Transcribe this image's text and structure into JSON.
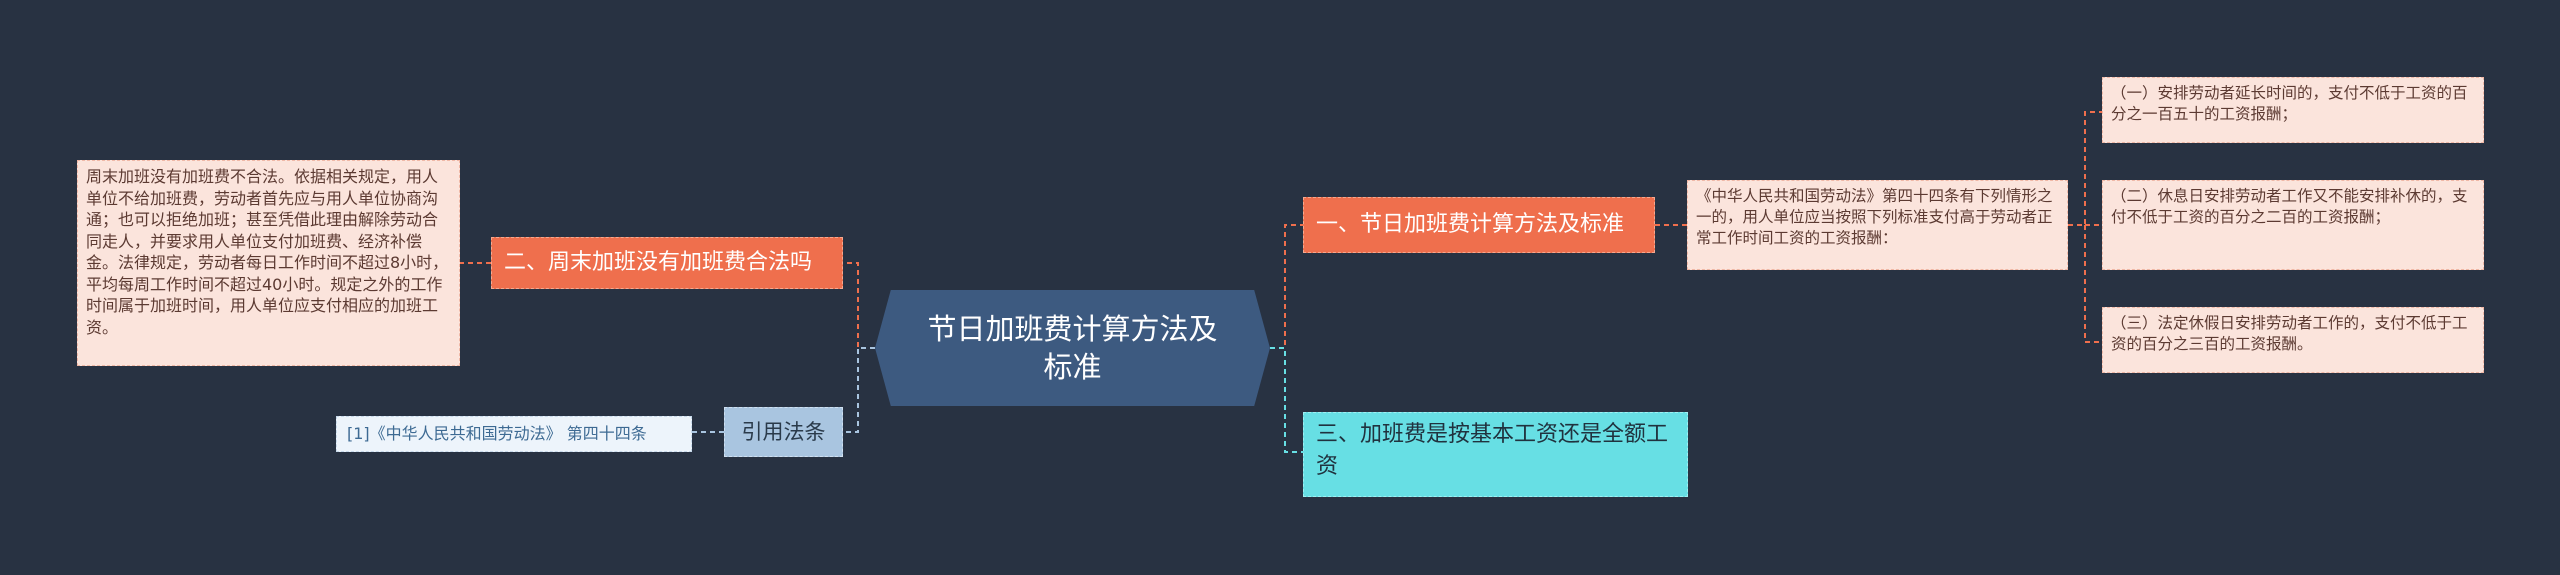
{
  "central": {
    "title": "节日加班费计算方法及标准"
  },
  "branches": {
    "b1": {
      "title": "一、节日加班费计算方法及标准"
    },
    "b1_desc": {
      "text": "《中华人民共和国劳动法》第四十四条有下列情形之一的，用人单位应当按照下列标准支付高于劳动者正常工作时间工资的工资报酬："
    },
    "b1_items": [
      {
        "text": "（一）安排劳动者延长时间的，支付不低于工资的百分之一百五十的工资报酬；"
      },
      {
        "text": "（二）休息日安排劳动者工作又不能安排补休的，支付不低于工资的百分之二百的工资报酬；"
      },
      {
        "text": "（三）法定休假日安排劳动者工作的，支付不低于工资的百分之三百的工资报酬。"
      }
    ],
    "b2": {
      "title": "二、周末加班没有加班费合法吗"
    },
    "b2_desc": {
      "text": "周末加班没有加班费不合法。依据相关规定，用人单位不给加班费，劳动者首先应与用人单位协商沟通；也可以拒绝加班；甚至凭借此理由解除劳动合同走人，并要求用人单位支付加班费、经济补偿金。法律规定，劳动者每日工作时间不超过8小时，平均每周工作时间不超过40小时。规定之外的工作时间属于加班时间，用人单位应支付相应的加班工资。"
    },
    "b3": {
      "title": "三、加班费是按基本工资还是全额工资"
    },
    "ref": {
      "title": "引用法条"
    },
    "ref_item": {
      "text": "[1]《中华人民共和国劳动法》 第四十四条"
    }
  },
  "colors": {
    "background": "#283242",
    "central": "#3d5a80",
    "orange": "#ef6f4d",
    "cyan": "#67dfe4",
    "blue": "#a9c5e0",
    "leaf": "#fbe4dc"
  }
}
